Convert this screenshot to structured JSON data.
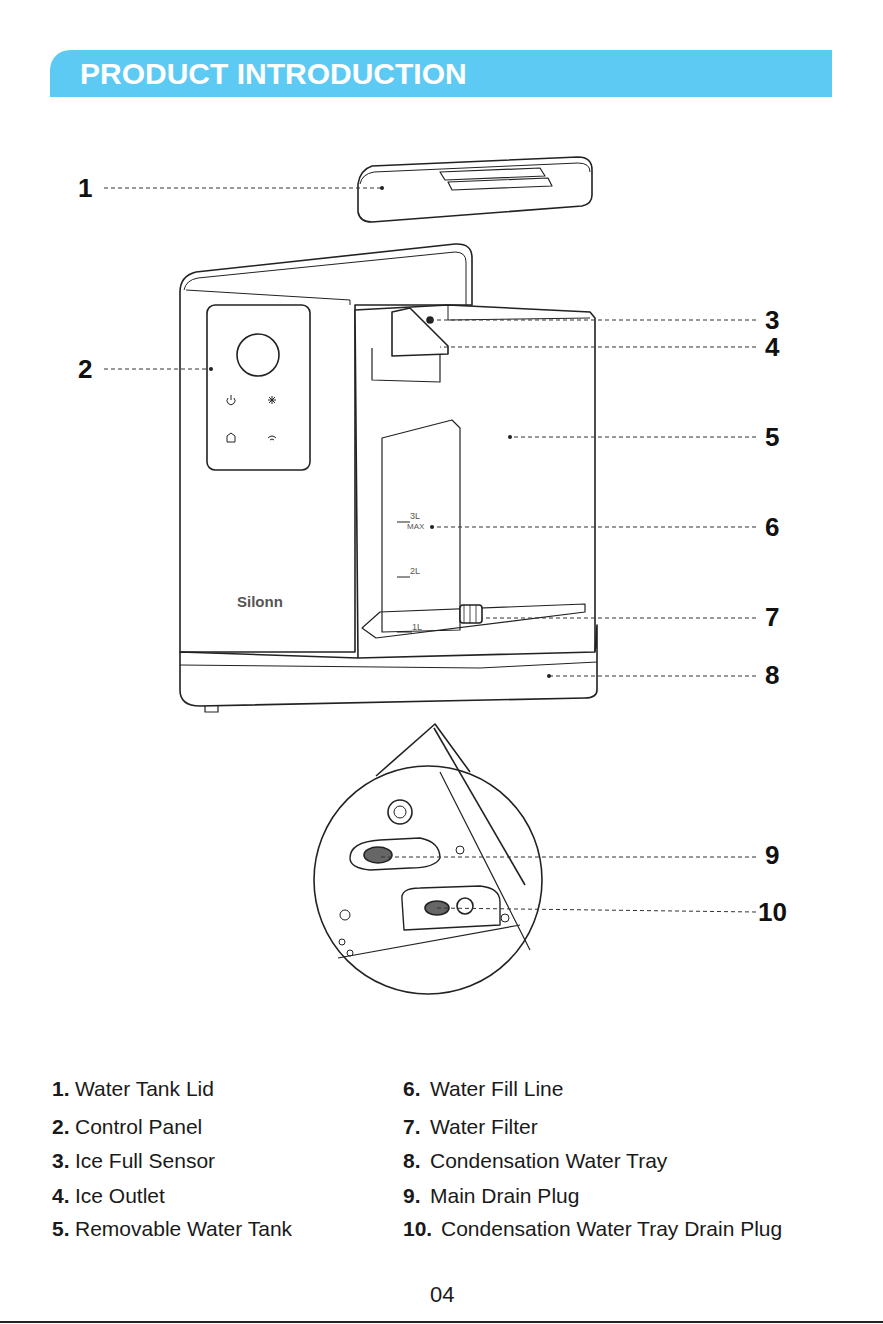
{
  "diagram": {
    "title": "PRODUCT INTRODUCTION",
    "labels": [
      "1",
      "2",
      "3",
      "4",
      "5",
      "6",
      "7",
      "8",
      "9",
      "10",
      "Silonn",
      "3L",
      "MAX",
      "2L",
      "1L",
      "1.",
      "Water Tank Lid",
      "2.",
      "Control Panel",
      "3.",
      "Ice Full Sensor",
      "4.",
      "Ice Outlet",
      "5.",
      "Removable Water Tank",
      "6.",
      "Water Fill Line",
      "7.",
      "Water Filter",
      "8.",
      "Condensation Water Tray",
      "9.",
      "Main Drain Plug",
      "10.",
      "Condensation Water Tray Drain Plug",
      "04"
    ]
  }
}
